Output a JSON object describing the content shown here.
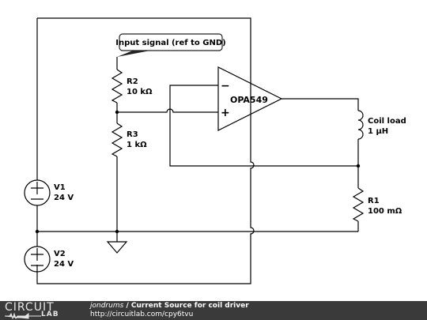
{
  "schematic": {
    "signal_label": "Input signal (ref to GND)",
    "opamp": {
      "name": "OPA549",
      "minus": "−",
      "plus": "+"
    },
    "r2": {
      "name": "R2",
      "value": "10 kΩ"
    },
    "r3": {
      "name": "R3",
      "value": "1 kΩ"
    },
    "r1": {
      "name": "R1",
      "value": "100 mΩ"
    },
    "coil": {
      "name": "Coil load",
      "value": "1 µH"
    },
    "v1": {
      "name": "V1",
      "value": "24 V"
    },
    "v2": {
      "name": "V2",
      "value": "24 V"
    }
  },
  "footer": {
    "logo_top": "CIRCUIT",
    "logo_bottom": "LAB",
    "author": "jondrums",
    "separator": "/",
    "title": "Current Source for coil driver",
    "url": "http://circuitlab.com/cpy6tvu"
  },
  "colors": {
    "wire": "#000000",
    "footer_bg": "#3a3a3a",
    "footer_text": "#ffffff"
  }
}
